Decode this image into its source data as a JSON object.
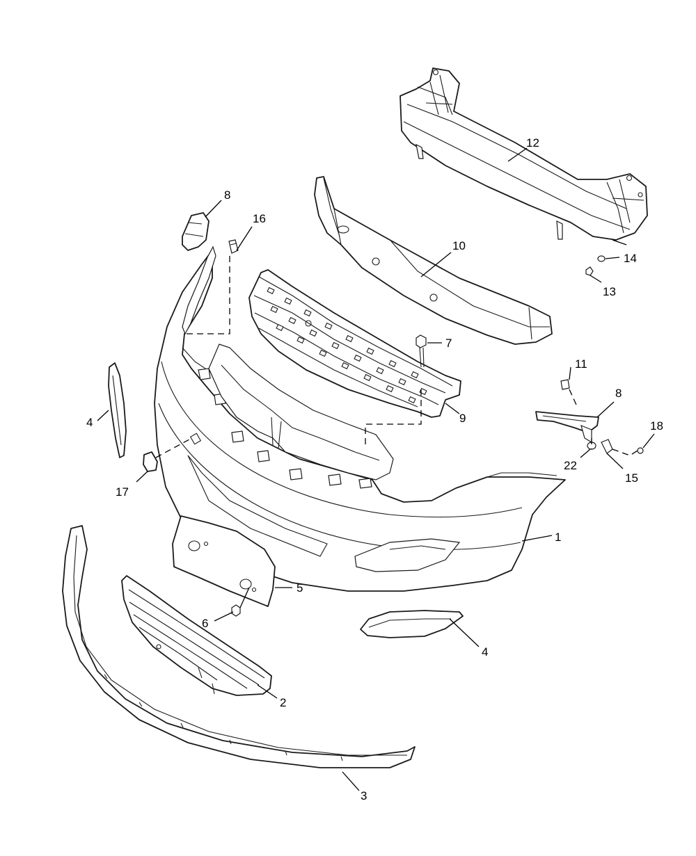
{
  "diagram": {
    "parts": [
      {
        "id": "bumper-cover",
        "label": "1"
      },
      {
        "id": "lower-grille",
        "label": "2"
      },
      {
        "id": "lower-spoiler-strip",
        "label": "3"
      },
      {
        "id": "side-reflector-left",
        "label": "4"
      },
      {
        "id": "fog-lamp-bezel-right",
        "label": "4"
      },
      {
        "id": "license-plate-bracket",
        "label": "5"
      },
      {
        "id": "bracket-screw",
        "label": "6"
      },
      {
        "id": "grille-bolt",
        "label": "7"
      },
      {
        "id": "upper-side-bracket-left",
        "label": "8"
      },
      {
        "id": "side-bracket-right",
        "label": "8"
      },
      {
        "id": "upper-grille",
        "label": "9"
      },
      {
        "id": "energy-absorber",
        "label": "10"
      },
      {
        "id": "clip-right",
        "label": "11"
      },
      {
        "id": "reinforcement-beam",
        "label": "12"
      },
      {
        "id": "beam-nut",
        "label": "13"
      },
      {
        "id": "beam-washer",
        "label": "14"
      },
      {
        "id": "retainer-right",
        "label": "15"
      },
      {
        "id": "clip-left",
        "label": "16"
      },
      {
        "id": "tow-hook-cover",
        "label": "17"
      },
      {
        "id": "screw-right",
        "label": "18"
      },
      {
        "id": "grommet-right",
        "label": "22"
      }
    ]
  }
}
